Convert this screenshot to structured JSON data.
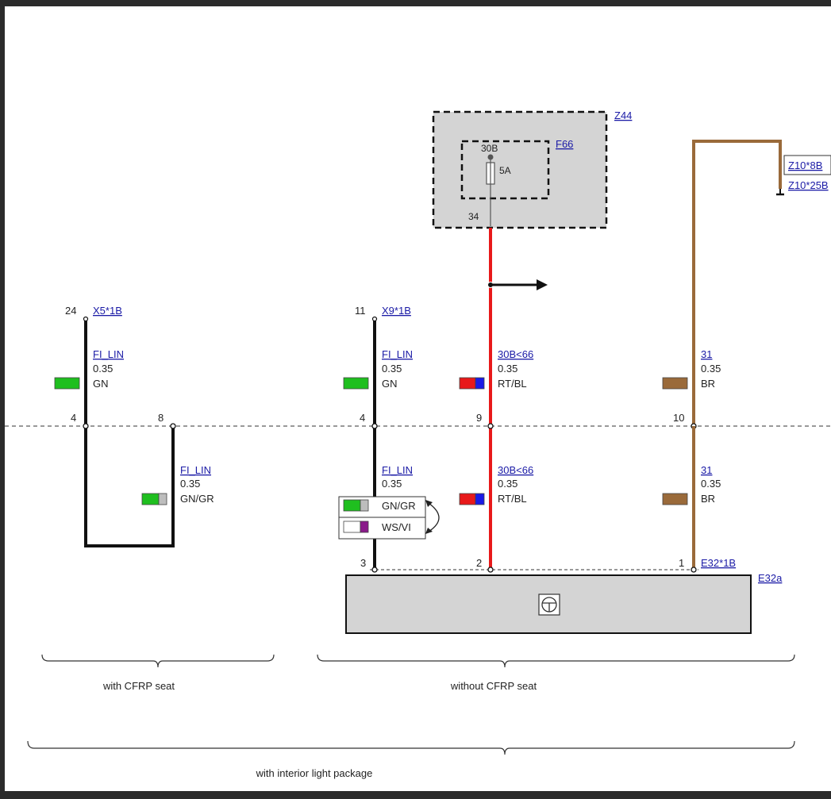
{
  "modules": {
    "z44": "Z44",
    "f66": "F66",
    "f66_pin_in": "30B",
    "fuse_rating": "5A",
    "f66_pin_out": "34",
    "ground_pins": [
      "Z10*8B",
      "Z10*25B"
    ],
    "e32a": "E32a",
    "e32a_connector": "E32*1B"
  },
  "connectors": {
    "x5": "X5*1B",
    "x5_pin": "24",
    "x9": "X9*1B",
    "x9_pin": "11"
  },
  "pins": {
    "sep_x5_4": "4",
    "sep_8": "8",
    "sep_x9_4": "4",
    "sep_9": "9",
    "sep_10": "10",
    "e32_3": "3",
    "e32_2": "2",
    "e32_1": "1"
  },
  "wires": {
    "x5_upper": {
      "signal": "FI_LIN",
      "size": "0.35",
      "color": "GN"
    },
    "x5_lower": {
      "signal": "FI_LIN",
      "size": "0.35",
      "color": "GN/GR"
    },
    "x9_upper": {
      "signal": "FI_LIN",
      "size": "0.35",
      "color": "GN"
    },
    "x9_lower": {
      "signal": "FI_LIN",
      "size": "0.35"
    },
    "x9_option_a": "GN/GR",
    "x9_option_b": "WS/VI",
    "red_upper": {
      "signal": "30B<66",
      "size": "0.35",
      "color": "RT/BL"
    },
    "red_lower": {
      "signal": "30B<66",
      "size": "0.35",
      "color": "RT/BL"
    },
    "brown_upper": {
      "signal": "31",
      "size": "0.35",
      "color": "BR"
    },
    "brown_lower": {
      "signal": "31",
      "size": "0.35",
      "color": "BR"
    }
  },
  "variants": {
    "cfrp": "with CFRP seat",
    "no_cfrp": "without CFRP seat",
    "interior": "with interior light package"
  },
  "colors": {
    "wire_black": "#000000",
    "wire_red": "#e8191a",
    "wire_brown": "#9a6a3a",
    "green": "#1fbf1f",
    "blue": "#1a1ae6",
    "grey": "#bdbdbd",
    "violet": "#8a1a8a",
    "module_fill": "#d4d4d4",
    "link": "#1a1aa6"
  }
}
